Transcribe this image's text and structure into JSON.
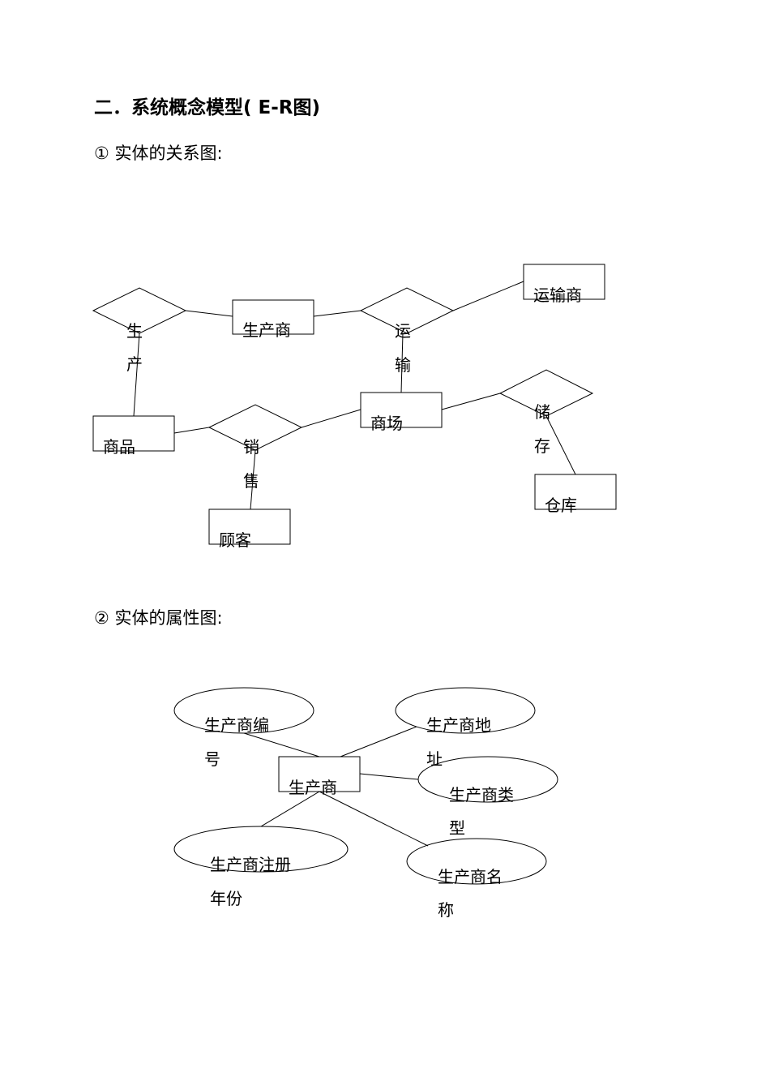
{
  "heading": "二．系统概念模型( E-R图)",
  "section1": "① 实体的关系图:",
  "section2": "② 实体的属性图:",
  "relation_diagram": {
    "entities": {
      "manufacturer": "生产商",
      "carrier": "运输商",
      "product": "商品",
      "mall": "商场",
      "customer": "顾客",
      "warehouse": "仓库"
    },
    "relationships": {
      "produce": [
        "生",
        "产"
      ],
      "transport": [
        "运",
        "输"
      ],
      "sell": [
        "销",
        "售"
      ],
      "store": [
        "储",
        "存"
      ]
    }
  },
  "attribute_diagram": {
    "entity": "生产商",
    "attributes": {
      "id": [
        "生产商编",
        "号"
      ],
      "address": [
        "生产商地",
        "址"
      ],
      "type": [
        "生产商类",
        "型"
      ],
      "reg_year": [
        "生产商注册",
        "年份"
      ],
      "name": [
        "生产商名",
        "称"
      ]
    }
  }
}
